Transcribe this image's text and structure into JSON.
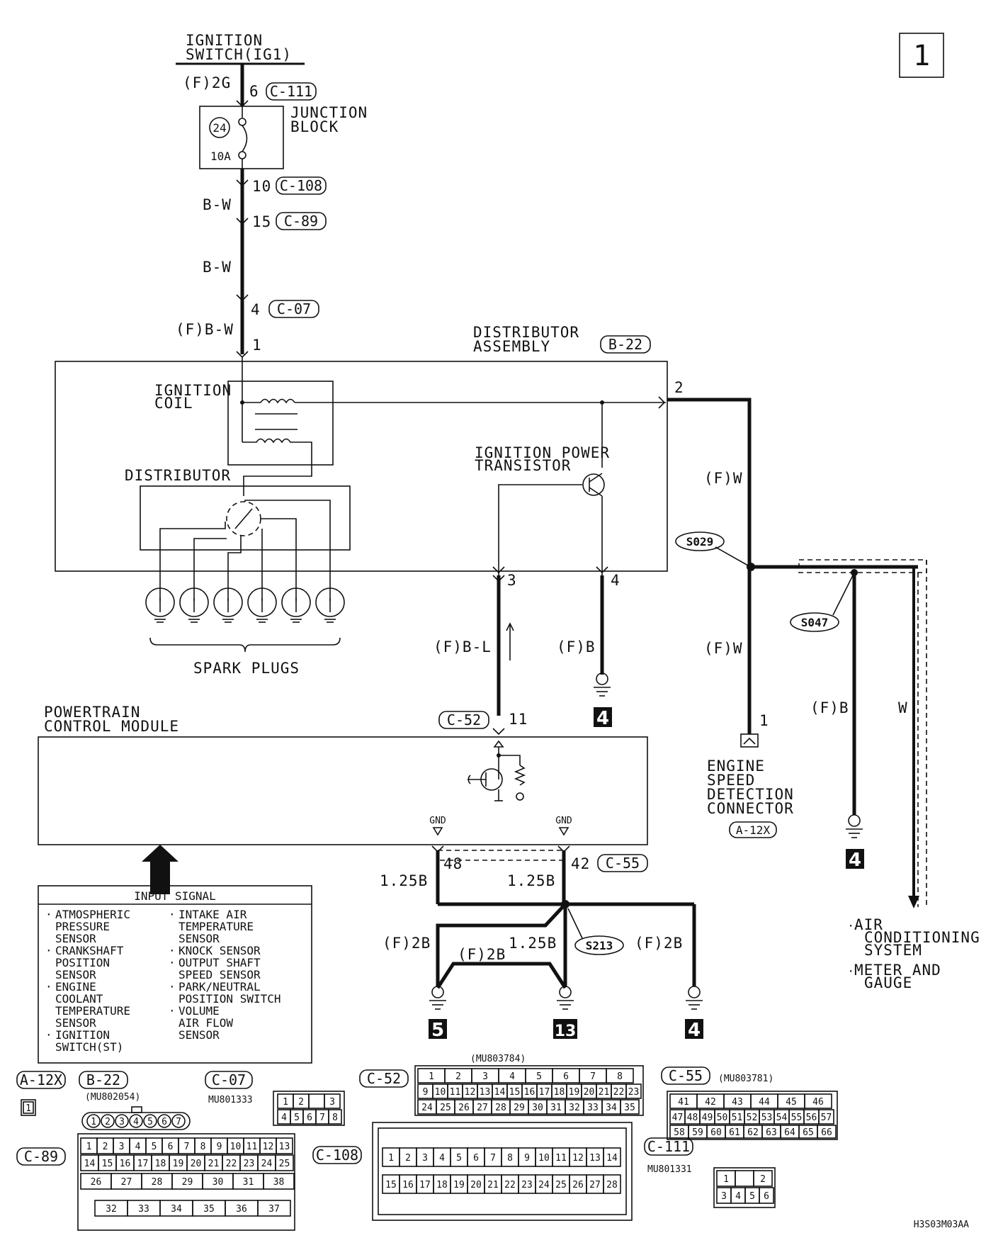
{
  "page_number": "1",
  "diagram_code": "H3S03M03AA",
  "ignition_switch": {
    "line1": "IGNITION",
    "line2": "SWITCH(IG1)"
  },
  "junction_block": {
    "line1": "JUNCTION",
    "line2": "BLOCK",
    "fuse_no": "24",
    "fuse_rating": "10A"
  },
  "wires": {
    "f_2g": "(F)2G",
    "bw1": "B-W",
    "bw2": "B-W",
    "fbw": "(F)B-W",
    "fw1": "(F)W",
    "fw2": "(F)W",
    "fbl": "(F)B-L",
    "fb1": "(F)B",
    "fb2": "(F)B",
    "w": "W",
    "b125_1": "1.25B",
    "b125_2": "1.25B",
    "b125_3": "1.25B",
    "f2b_1": "(F)2B",
    "f2b_2": "(F)2B",
    "f2b_3": "(F)2B"
  },
  "pins": {
    "p6": "6",
    "p10": "10",
    "p15": "15",
    "p4a": "4",
    "p1": "1",
    "p2": "2",
    "p3": "3",
    "p4b": "4",
    "p11": "11",
    "p1b": "1",
    "p48": "48",
    "p42": "42"
  },
  "connector_refs": {
    "c111": "C-111",
    "c108": "C-108",
    "c89": "C-89",
    "c07": "C-07",
    "b22": "B-22",
    "c52": "C-52",
    "c55": "C-55",
    "a12x": "A-12X"
  },
  "distributor_assembly": {
    "line1": "DISTRIBUTOR",
    "line2": "ASSEMBLY"
  },
  "ignition_coil": {
    "line1": "IGNITION",
    "line2": "COIL"
  },
  "distributor": "DISTRIBUTOR",
  "power_transistor": {
    "line1": "IGNITION POWER",
    "line2": "TRANSISTOR"
  },
  "spark_plugs": "SPARK PLUGS",
  "splices": {
    "s029": "S029",
    "s047": "S047",
    "s213": "S213"
  },
  "pcm": {
    "line1": "POWERTRAIN",
    "line2": "CONTROL MODULE",
    "gnd1": "GND",
    "gnd2": "GND"
  },
  "engine_speed_connector": {
    "l1": "ENGINE",
    "l2": "SPEED",
    "l3": "DETECTION",
    "l4": "CONNECTOR"
  },
  "destinations": {
    "ac1": "AIR",
    "ac2": "CONDITIONING",
    "ac3": "SYSTEM",
    "mg1": "METER AND",
    "mg2": "GAUGE"
  },
  "ground_refs": {
    "g4a": "4",
    "g4b": "4",
    "g4c": "4",
    "g5": "5",
    "g13": "13"
  },
  "input_signal": {
    "title": "INPUT SIGNAL",
    "left": [
      "ATMOSPHERIC",
      "PRESSURE",
      "SENSOR",
      "CRANKSHAFT",
      "POSITION",
      "SENSOR",
      "ENGINE",
      "COOLANT",
      "TEMPERATURE",
      "SENSOR",
      "IGNITION",
      "SWITCH(ST)"
    ],
    "right": [
      "INTAKE AIR",
      "TEMPERATURE",
      "SENSOR",
      "KNOCK SENSOR",
      "OUTPUT SHAFT",
      "SPEED SENSOR",
      "PARK/NEUTRAL",
      "POSITION SWITCH",
      "VOLUME",
      "AIR FLOW",
      "SENSOR"
    ]
  },
  "connector_views": {
    "a12x": {
      "ref": "A-12X",
      "pin": "1"
    },
    "b22": {
      "ref": "B-22",
      "part": "(MU802054)",
      "pins": [
        "1",
        "2",
        "3",
        "4",
        "5",
        "6",
        "7"
      ]
    },
    "c07": {
      "ref": "C-07",
      "part": "MU801333",
      "row1": [
        "1",
        "2",
        "",
        "3"
      ],
      "row2": [
        "4",
        "5",
        "6",
        "7",
        "8"
      ]
    },
    "c52": {
      "ref": "C-52",
      "part": "(MU803784)",
      "row1": [
        "1",
        "2",
        "3",
        "4",
        "5",
        "6",
        "7",
        "8"
      ],
      "row2": [
        "9",
        "10",
        "11",
        "12",
        "13",
        "14",
        "15",
        "16",
        "17",
        "18",
        "19",
        "20",
        "21",
        "22",
        "23"
      ],
      "row3": [
        "24",
        "25",
        "26",
        "27",
        "28",
        "29",
        "30",
        "31",
        "32",
        "33",
        "34",
        "35"
      ]
    },
    "c55": {
      "ref": "C-55",
      "part": "(MU803781)",
      "row1": [
        "41",
        "42",
        "43",
        "44",
        "45",
        "46"
      ],
      "row2": [
        "47",
        "48",
        "49",
        "50",
        "51",
        "52",
        "53",
        "54",
        "55",
        "56",
        "57"
      ],
      "row3": [
        "58",
        "59",
        "60",
        "61",
        "62",
        "63",
        "64",
        "65",
        "66"
      ]
    },
    "c89": {
      "ref": "C-89",
      "row1": [
        "1",
        "2",
        "3",
        "4",
        "5",
        "6",
        "7",
        "8",
        "9",
        "10",
        "11",
        "12",
        "13"
      ],
      "row2": [
        "14",
        "15",
        "16",
        "17",
        "18",
        "19",
        "20",
        "21",
        "22",
        "23",
        "24",
        "25"
      ],
      "row3": [
        "26",
        "27",
        "28",
        "29",
        "30",
        "31",
        "38"
      ],
      "row4": [
        "32",
        "33",
        "34",
        "35",
        "36",
        "37"
      ]
    },
    "c108": {
      "ref": "C-108",
      "row1": [
        "1",
        "2",
        "3",
        "4",
        "5",
        "6",
        "7",
        "8",
        "9",
        "10",
        "11",
        "12",
        "13",
        "14"
      ],
      "row2": [
        "15",
        "16",
        "17",
        "18",
        "19",
        "20",
        "21",
        "22",
        "23",
        "24",
        "25",
        "26",
        "27",
        "28"
      ]
    },
    "c111": {
      "ref": "C-111",
      "part": "MU801331",
      "row1": [
        "1",
        "",
        "2"
      ],
      "row2": [
        "3",
        "4",
        "5",
        "6"
      ]
    }
  }
}
